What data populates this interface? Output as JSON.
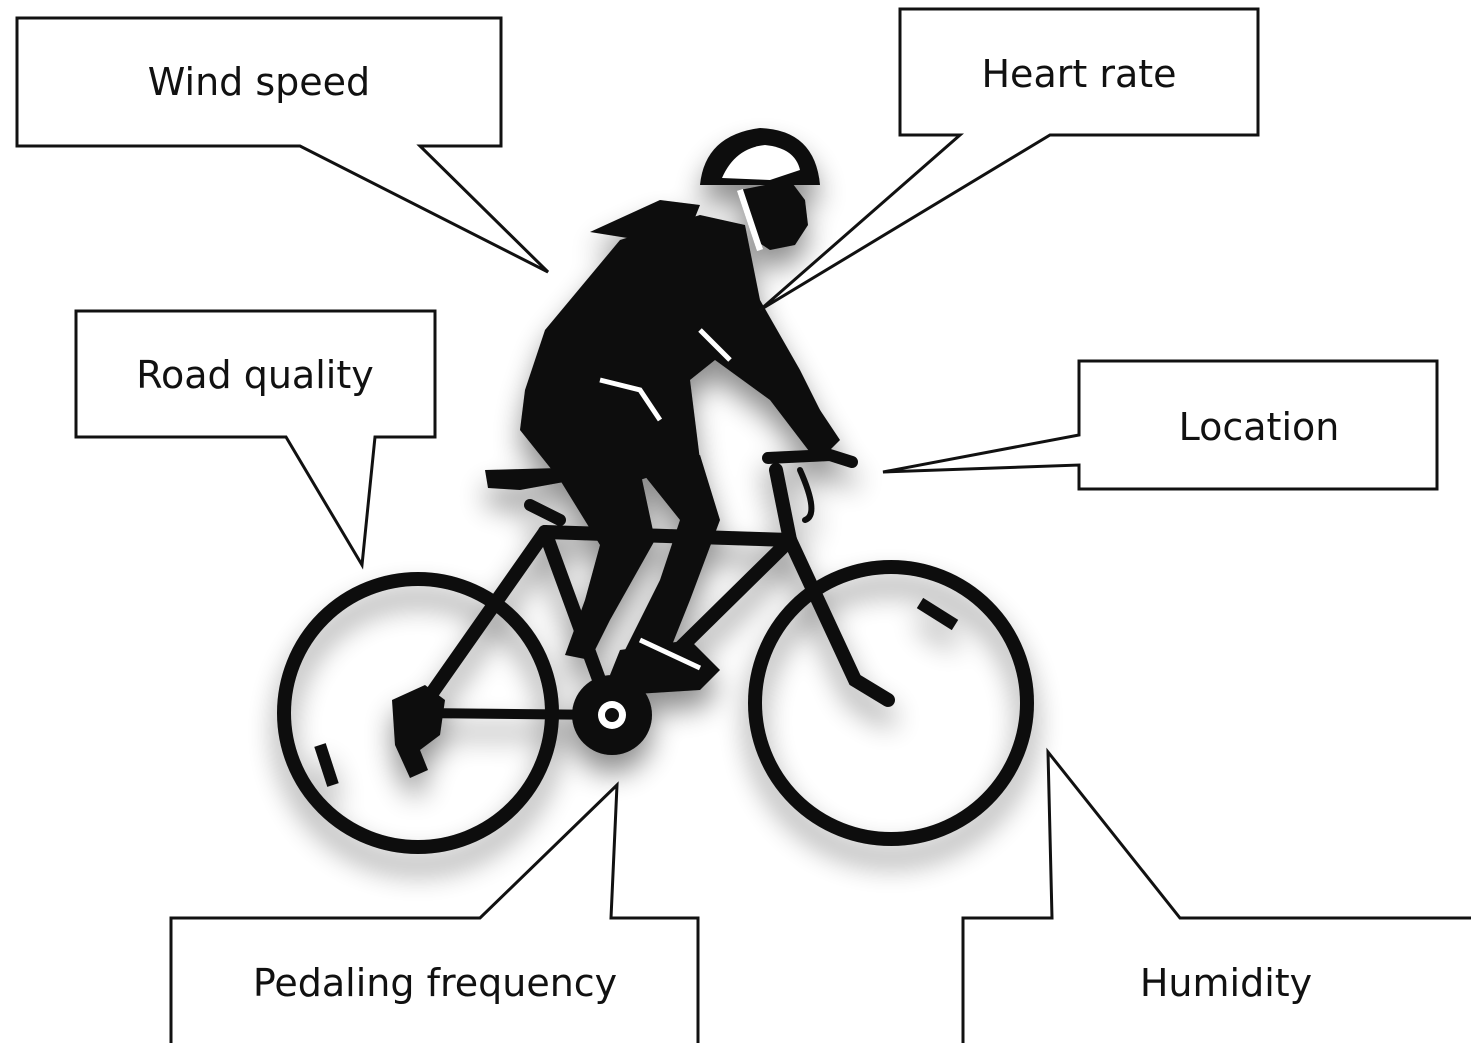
{
  "callouts": {
    "wind_speed": "Wind speed",
    "heart_rate": "Heart rate",
    "road_quality": "Road quality",
    "location": "Location",
    "pedaling_frequency": "Pedaling frequency",
    "humidity": "Humidity"
  },
  "colors": {
    "ink": "#111111",
    "silhouette": "#0a0a0a",
    "background": "#ffffff"
  },
  "illustration": {
    "subject": "cyclist-silhouette",
    "helmet": "bike-helmet"
  }
}
